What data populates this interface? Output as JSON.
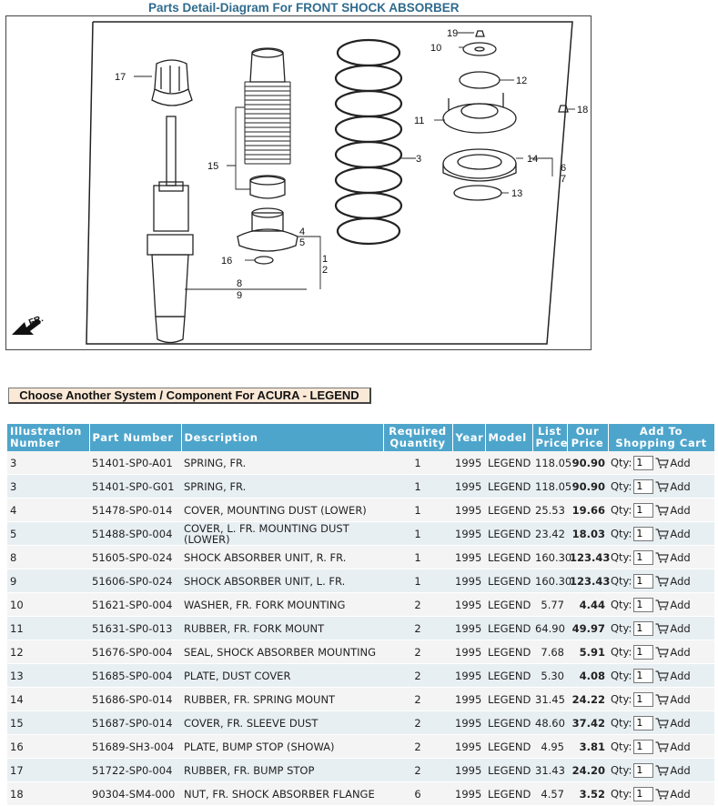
{
  "page": {
    "title": "Parts Detail-Diagram For FRONT SHOCK ABSORBER"
  },
  "diagram": {
    "callouts": {
      "c17": "17",
      "c15": "15",
      "c16": "16",
      "c45a": "4",
      "c45b": "5",
      "c89a": "8",
      "c89b": "9",
      "c12a": "1",
      "c12b": "2",
      "c3": "3",
      "c19": "19",
      "c10": "10",
      "c12": "12",
      "c11": "11",
      "c18": "18",
      "c14": "14",
      "c13": "13",
      "c67a": "6",
      "c67b": "7"
    },
    "front_marker": "FR."
  },
  "choose_button": {
    "label": "Choose Another System / Component For ACURA - LEGEND"
  },
  "table": {
    "headers": {
      "illustration": "Illustration Number",
      "part_number": "Part Number",
      "description": "Description",
      "required_qty": "Required Quantity",
      "year": "Year",
      "model": "Model",
      "list_price": "List Price",
      "our_price": "Our Price",
      "add_to_cart": "Add To Shopping Cart"
    },
    "qty_label": "Qty:",
    "add_label": "Add",
    "rows": [
      {
        "illus": "3",
        "part": "51401-SP0-A01",
        "desc": "SPRING, FR.",
        "req": "1",
        "year": "1995",
        "model": "LEGEND",
        "list": "118.05",
        "our": "90.90",
        "qty": "1"
      },
      {
        "illus": "3",
        "part": "51401-SP0-G01",
        "desc": "SPRING, FR.",
        "req": "1",
        "year": "1995",
        "model": "LEGEND",
        "list": "118.05",
        "our": "90.90",
        "qty": "1"
      },
      {
        "illus": "4",
        "part": "51478-SP0-014",
        "desc": "COVER, MOUNTING DUST (LOWER)",
        "req": "1",
        "year": "1995",
        "model": "LEGEND",
        "list": "25.53",
        "our": "19.66",
        "qty": "1"
      },
      {
        "illus": "5",
        "part": "51488-SP0-004",
        "desc": "COVER, L. FR. MOUNTING DUST (LOWER)",
        "req": "1",
        "year": "1995",
        "model": "LEGEND",
        "list": "23.42",
        "our": "18.03",
        "qty": "1"
      },
      {
        "illus": "8",
        "part": "51605-SP0-024",
        "desc": "SHOCK ABSORBER UNIT, R. FR.",
        "req": "1",
        "year": "1995",
        "model": "LEGEND",
        "list": "160.30",
        "our": "123.43",
        "qty": "1"
      },
      {
        "illus": "9",
        "part": "51606-SP0-024",
        "desc": "SHOCK ABSORBER UNIT, L. FR.",
        "req": "1",
        "year": "1995",
        "model": "LEGEND",
        "list": "160.30",
        "our": "123.43",
        "qty": "1"
      },
      {
        "illus": "10",
        "part": "51621-SP0-004",
        "desc": "WASHER, FR. FORK MOUNTING",
        "req": "2",
        "year": "1995",
        "model": "LEGEND",
        "list": "5.77",
        "our": "4.44",
        "qty": "1"
      },
      {
        "illus": "11",
        "part": "51631-SP0-013",
        "desc": "RUBBER, FR. FORK MOUNT",
        "req": "2",
        "year": "1995",
        "model": "LEGEND",
        "list": "64.90",
        "our": "49.97",
        "qty": "1"
      },
      {
        "illus": "12",
        "part": "51676-SP0-004",
        "desc": "SEAL, SHOCK ABSORBER MOUNTING",
        "req": "2",
        "year": "1995",
        "model": "LEGEND",
        "list": "7.68",
        "our": "5.91",
        "qty": "1"
      },
      {
        "illus": "13",
        "part": "51685-SP0-004",
        "desc": "PLATE, DUST COVER",
        "req": "2",
        "year": "1995",
        "model": "LEGEND",
        "list": "5.30",
        "our": "4.08",
        "qty": "1"
      },
      {
        "illus": "14",
        "part": "51686-SP0-014",
        "desc": "RUBBER, FR. SPRING MOUNT",
        "req": "2",
        "year": "1995",
        "model": "LEGEND",
        "list": "31.45",
        "our": "24.22",
        "qty": "1"
      },
      {
        "illus": "15",
        "part": "51687-SP0-014",
        "desc": "COVER, FR. SLEEVE DUST",
        "req": "2",
        "year": "1995",
        "model": "LEGEND",
        "list": "48.60",
        "our": "37.42",
        "qty": "1"
      },
      {
        "illus": "16",
        "part": "51689-SH3-004",
        "desc": "PLATE, BUMP STOP (SHOWA)",
        "req": "2",
        "year": "1995",
        "model": "LEGEND",
        "list": "4.95",
        "our": "3.81",
        "qty": "1"
      },
      {
        "illus": "17",
        "part": "51722-SP0-004",
        "desc": "RUBBER, FR. BUMP STOP",
        "req": "2",
        "year": "1995",
        "model": "LEGEND",
        "list": "31.43",
        "our": "24.20",
        "qty": "1"
      },
      {
        "illus": "18",
        "part": "90304-SM4-000",
        "desc": "NUT, FR. SHOCK ABSORBER FLANGE",
        "req": "6",
        "year": "1995",
        "model": "LEGEND",
        "list": "4.57",
        "our": "3.52",
        "qty": "1"
      }
    ]
  }
}
